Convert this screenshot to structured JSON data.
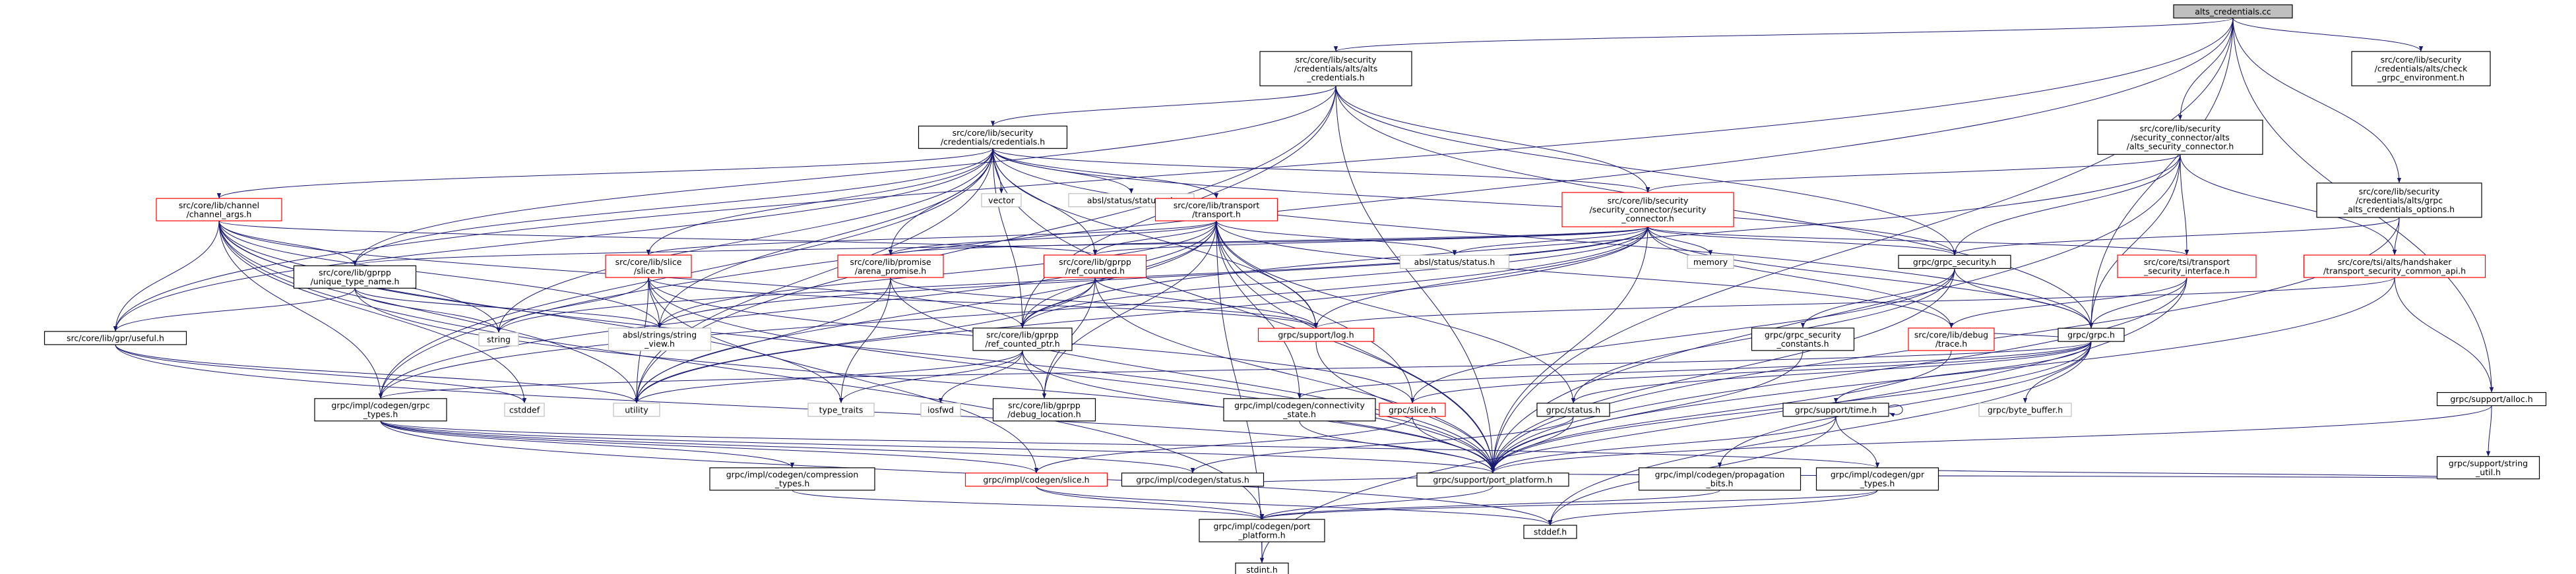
{
  "colors": {
    "edge": "#191970",
    "root_fill": "#bfbfbf",
    "box_border": "#000000",
    "truncated_border": "#ff0000",
    "external_border": "#bfbfbf",
    "external_text": "#808080"
  },
  "nodes": [
    {
      "id": "root",
      "lines": [
        "alts_credentials.cc"
      ],
      "style": "root"
    },
    {
      "id": "alts_credentials_h",
      "lines": [
        "src/core/lib/security",
        "/credentials/alts/alts",
        "_credentials.h"
      ],
      "style": "normal"
    },
    {
      "id": "check_grpc_env",
      "lines": [
        "src/core/lib/security",
        "/credentials/alts/check",
        "_grpc_environment.h"
      ],
      "style": "normal"
    },
    {
      "id": "credentials_h",
      "lines": [
        "src/core/lib/security",
        "/credentials/credentials.h"
      ],
      "style": "normal"
    },
    {
      "id": "alts_security_connector_h",
      "lines": [
        "src/core/lib/security",
        "/security_connector/alts",
        "/alts_security_connector.h"
      ],
      "style": "normal"
    },
    {
      "id": "channel_args_h",
      "lines": [
        "src/core/lib/channel",
        "/channel_args.h"
      ],
      "style": "truncated"
    },
    {
      "id": "vector",
      "lines": [
        "vector"
      ],
      "style": "external"
    },
    {
      "id": "absl_statusor",
      "lines": [
        "absl/status/statusor.h"
      ],
      "style": "external"
    },
    {
      "id": "transport_h",
      "lines": [
        "src/core/lib/transport",
        "/transport.h"
      ],
      "style": "truncated"
    },
    {
      "id": "security_connector_h",
      "lines": [
        "src/core/lib/security",
        "/security_connector/security",
        "_connector.h"
      ],
      "style": "truncated"
    },
    {
      "id": "grpc_alts_credentials_options_h",
      "lines": [
        "src/core/lib/security",
        "/credentials/alts/grpc",
        "_alts_credentials_options.h"
      ],
      "style": "normal"
    },
    {
      "id": "unique_type_name_h",
      "lines": [
        "src/core/lib/gprpp",
        "/unique_type_name.h"
      ],
      "style": "normal"
    },
    {
      "id": "slice_h_lib",
      "lines": [
        "src/core/lib/slice",
        "/slice.h"
      ],
      "style": "truncated"
    },
    {
      "id": "arena_promise_h",
      "lines": [
        "src/core/lib/promise",
        "/arena_promise.h"
      ],
      "style": "truncated"
    },
    {
      "id": "ref_counted_h",
      "lines": [
        "src/core/lib/gprpp",
        "/ref_counted.h"
      ],
      "style": "truncated"
    },
    {
      "id": "absl_status",
      "lines": [
        "absl/status/status.h"
      ],
      "style": "external"
    },
    {
      "id": "memory",
      "lines": [
        "memory"
      ],
      "style": "external"
    },
    {
      "id": "grpc_security_h",
      "lines": [
        "grpc/grpc_security.h"
      ],
      "style": "normal"
    },
    {
      "id": "tsi_transport_security_interface_h",
      "lines": [
        "src/core/tsi/transport",
        "_security_interface.h"
      ],
      "style": "truncated"
    },
    {
      "id": "transport_security_common_api_h",
      "lines": [
        "src/core/tsi/alts/handshaker",
        "/transport_security_common_api.h"
      ],
      "style": "truncated"
    },
    {
      "id": "useful_h",
      "lines": [
        "src/core/lib/gpr/useful.h"
      ],
      "style": "normal"
    },
    {
      "id": "string",
      "lines": [
        "string"
      ],
      "style": "external"
    },
    {
      "id": "string_view",
      "lines": [
        "absl/strings/string",
        "_view.h"
      ],
      "style": "external"
    },
    {
      "id": "ref_counted_ptr_h",
      "lines": [
        "src/core/lib/gprpp",
        "/ref_counted_ptr.h"
      ],
      "style": "normal"
    },
    {
      "id": "log_h",
      "lines": [
        "grpc/support/log.h"
      ],
      "style": "truncated"
    },
    {
      "id": "grpc_security_constants_h",
      "lines": [
        "grpc/grpc_security",
        "_constants.h"
      ],
      "style": "normal"
    },
    {
      "id": "debug_trace_h",
      "lines": [
        "src/core/lib/debug",
        "/trace.h"
      ],
      "style": "truncated"
    },
    {
      "id": "grpc_h",
      "lines": [
        "grpc/grpc.h"
      ],
      "style": "normal"
    },
    {
      "id": "alloc_h",
      "lines": [
        "grpc/support/alloc.h"
      ],
      "style": "normal"
    },
    {
      "id": "grpc_types_h",
      "lines": [
        "grpc/impl/codegen/grpc",
        "_types.h"
      ],
      "style": "normal"
    },
    {
      "id": "cstddef",
      "lines": [
        "cstddef"
      ],
      "style": "external"
    },
    {
      "id": "utility",
      "lines": [
        "utility"
      ],
      "style": "external"
    },
    {
      "id": "type_traits",
      "lines": [
        "type_traits"
      ],
      "style": "external"
    },
    {
      "id": "iosfwd",
      "lines": [
        "iosfwd"
      ],
      "style": "external"
    },
    {
      "id": "debug_location_h",
      "lines": [
        "src/core/lib/gprpp",
        "/debug_location.h"
      ],
      "style": "normal"
    },
    {
      "id": "connectivity_state_h",
      "lines": [
        "grpc/impl/codegen/connectivity",
        "_state.h"
      ],
      "style": "normal"
    },
    {
      "id": "slice_h_grpc",
      "lines": [
        "grpc/slice.h"
      ],
      "style": "truncated"
    },
    {
      "id": "status_h",
      "lines": [
        "grpc/status.h"
      ],
      "style": "normal"
    },
    {
      "id": "time_h",
      "lines": [
        "grpc/support/time.h"
      ],
      "style": "normal"
    },
    {
      "id": "byte_buffer_h",
      "lines": [
        "grpc/byte_buffer.h"
      ],
      "style": "external"
    },
    {
      "id": "string_util_h",
      "lines": [
        "grpc/support/string",
        "_util.h"
      ],
      "style": "normal"
    },
    {
      "id": "compression_types_h",
      "lines": [
        "grpc/impl/codegen/compression",
        "_types.h"
      ],
      "style": "normal"
    },
    {
      "id": "codegen_slice_h",
      "lines": [
        "grpc/impl/codegen/slice.h"
      ],
      "style": "truncated"
    },
    {
      "id": "codegen_status_h",
      "lines": [
        "grpc/impl/codegen/status.h"
      ],
      "style": "normal"
    },
    {
      "id": "port_platform_h",
      "lines": [
        "grpc/support/port_platform.h"
      ],
      "style": "normal"
    },
    {
      "id": "propagation_bits_h",
      "lines": [
        "grpc/impl/codegen/propagation",
        "_bits.h"
      ],
      "style": "normal"
    },
    {
      "id": "gpr_types_h",
      "lines": [
        "grpc/impl/codegen/gpr",
        "_types.h"
      ],
      "style": "normal"
    },
    {
      "id": "codegen_port_platform_h",
      "lines": [
        "grpc/impl/codegen/port",
        "_platform.h"
      ],
      "style": "normal"
    },
    {
      "id": "stddef_h",
      "lines": [
        "stddef.h"
      ],
      "style": "normal"
    },
    {
      "id": "stdint_h",
      "lines": [
        "stdint.h"
      ],
      "style": "normal"
    }
  ],
  "edges": [
    [
      "root",
      "alts_credentials_h"
    ],
    [
      "root",
      "check_grpc_env"
    ],
    [
      "root",
      "alts_security_connector_h"
    ],
    [
      "root",
      "grpc_alts_credentials_options_h"
    ],
    [
      "root",
      "grpc_h"
    ],
    [
      "root",
      "alloc_h"
    ],
    [
      "root",
      "port_platform_h"
    ],
    [
      "root",
      "grpc_types_h"
    ],
    [
      "root",
      "useful_h"
    ],
    [
      "alts_credentials_h",
      "credentials_h"
    ],
    [
      "alts_credentials_h",
      "security_connector_h"
    ],
    [
      "alts_credentials_h",
      "grpc_security_h"
    ],
    [
      "alts_credentials_h",
      "ref_counted_ptr_h"
    ],
    [
      "alts_credentials_h",
      "unique_type_name_h"
    ],
    [
      "alts_credentials_h",
      "grpc_h"
    ],
    [
      "alts_credentials_h",
      "port_platform_h"
    ],
    [
      "alts_credentials_h",
      "utility"
    ],
    [
      "credentials_h",
      "channel_args_h"
    ],
    [
      "credentials_h",
      "vector"
    ],
    [
      "credentials_h",
      "absl_statusor"
    ],
    [
      "credentials_h",
      "transport_h"
    ],
    [
      "credentials_h",
      "security_connector_h"
    ],
    [
      "credentials_h",
      "unique_type_name_h"
    ],
    [
      "credentials_h",
      "slice_h_lib"
    ],
    [
      "credentials_h",
      "arena_promise_h"
    ],
    [
      "credentials_h",
      "ref_counted_h"
    ],
    [
      "credentials_h",
      "grpc_security_h"
    ],
    [
      "credentials_h",
      "ref_counted_ptr_h"
    ],
    [
      "credentials_h",
      "string"
    ],
    [
      "credentials_h",
      "string_view"
    ],
    [
      "credentials_h",
      "log_h"
    ],
    [
      "credentials_h",
      "port_platform_h"
    ],
    [
      "credentials_h",
      "grpc_types_h"
    ],
    [
      "credentials_h",
      "useful_h"
    ],
    [
      "credentials_h",
      "utility"
    ],
    [
      "credentials_h",
      "grpc_h"
    ],
    [
      "alts_security_connector_h",
      "security_connector_h"
    ],
    [
      "alts_security_connector_h",
      "grpc_security_h"
    ],
    [
      "alts_security_connector_h",
      "tsi_transport_security_interface_h"
    ],
    [
      "alts_security_connector_h",
      "transport_security_common_api_h"
    ],
    [
      "alts_security_connector_h",
      "grpc_h"
    ],
    [
      "alts_security_connector_h",
      "port_platform_h"
    ],
    [
      "alts_security_connector_h",
      "ref_counted_ptr_h"
    ],
    [
      "channel_args_h",
      "unique_type_name_h"
    ],
    [
      "channel_args_h",
      "ref_counted_h"
    ],
    [
      "channel_args_h",
      "ref_counted_ptr_h"
    ],
    [
      "channel_args_h",
      "string"
    ],
    [
      "channel_args_h",
      "string_view"
    ],
    [
      "channel_args_h",
      "useful_h"
    ],
    [
      "channel_args_h",
      "grpc_types_h"
    ],
    [
      "channel_args_h",
      "cstddef"
    ],
    [
      "channel_args_h",
      "utility"
    ],
    [
      "channel_args_h",
      "port_platform_h"
    ],
    [
      "channel_args_h",
      "type_traits"
    ],
    [
      "channel_args_h",
      "codegen_port_platform_h"
    ],
    [
      "transport_h",
      "slice_h_lib"
    ],
    [
      "transport_h",
      "arena_promise_h"
    ],
    [
      "transport_h",
      "ref_counted_h"
    ],
    [
      "transport_h",
      "ref_counted_ptr_h"
    ],
    [
      "transport_h",
      "absl_status"
    ],
    [
      "transport_h",
      "string_view"
    ],
    [
      "transport_h",
      "log_h"
    ],
    [
      "transport_h",
      "debug_location_h"
    ],
    [
      "transport_h",
      "connectivity_state_h"
    ],
    [
      "transport_h",
      "slice_h_grpc"
    ],
    [
      "transport_h",
      "status_h"
    ],
    [
      "transport_h",
      "port_platform_h"
    ],
    [
      "transport_h",
      "stdint_h"
    ],
    [
      "transport_h",
      "utility"
    ],
    [
      "transport_h",
      "debug_trace_h"
    ],
    [
      "transport_h",
      "grpc_types_h"
    ],
    [
      "security_connector_h",
      "memory"
    ],
    [
      "security_connector_h",
      "absl_status"
    ],
    [
      "security_connector_h",
      "grpc_security_h"
    ],
    [
      "security_connector_h",
      "tsi_transport_security_interface_h"
    ],
    [
      "security_connector_h",
      "arena_promise_h"
    ],
    [
      "security_connector_h",
      "ref_counted_h"
    ],
    [
      "security_connector_h",
      "ref_counted_ptr_h"
    ],
    [
      "security_connector_h",
      "debug_trace_h"
    ],
    [
      "security_connector_h",
      "string_view"
    ],
    [
      "security_connector_h",
      "string"
    ],
    [
      "security_connector_h",
      "port_platform_h"
    ],
    [
      "security_connector_h",
      "utility"
    ],
    [
      "security_connector_h",
      "grpc_h"
    ],
    [
      "security_connector_h",
      "unique_type_name_h"
    ],
    [
      "security_connector_h",
      "log_h"
    ],
    [
      "security_connector_h",
      "grpc_types_h"
    ],
    [
      "grpc_alts_credentials_options_h",
      "grpc_security_h"
    ],
    [
      "grpc_alts_credentials_options_h",
      "transport_security_common_api_h"
    ],
    [
      "grpc_alts_credentials_options_h",
      "port_platform_h"
    ],
    [
      "unique_type_name_h",
      "string"
    ],
    [
      "unique_type_name_h",
      "string_view"
    ],
    [
      "unique_type_name_h",
      "useful_h"
    ],
    [
      "unique_type_name_h",
      "port_platform_h"
    ],
    [
      "slice_h_lib",
      "string"
    ],
    [
      "slice_h_lib",
      "string_view"
    ],
    [
      "slice_h_lib",
      "utility"
    ],
    [
      "slice_h_lib",
      "slice_h_grpc"
    ],
    [
      "slice_h_lib",
      "port_platform_h"
    ],
    [
      "slice_h_lib",
      "log_h"
    ],
    [
      "slice_h_lib",
      "codegen_slice_h"
    ],
    [
      "arena_promise_h",
      "type_traits"
    ],
    [
      "arena_promise_h",
      "utility"
    ],
    [
      "arena_promise_h",
      "port_platform_h"
    ],
    [
      "arena_promise_h",
      "log_h"
    ],
    [
      "ref_counted_h",
      "log_h"
    ],
    [
      "ref_counted_h",
      "ref_counted_ptr_h"
    ],
    [
      "ref_counted_h",
      "debug_location_h"
    ],
    [
      "ref_counted_h",
      "port_platform_h"
    ],
    [
      "ref_counted_h",
      "utility"
    ],
    [
      "grpc_security_h",
      "grpc_h"
    ],
    [
      "grpc_security_h",
      "grpc_security_constants_h"
    ],
    [
      "grpc_security_h",
      "status_h"
    ],
    [
      "grpc_security_h",
      "port_platform_h"
    ],
    [
      "grpc_security_h",
      "slice_h_grpc"
    ],
    [
      "tsi_transport_security_interface_h",
      "debug_trace_h"
    ],
    [
      "tsi_transport_security_interface_h",
      "port_platform_h"
    ],
    [
      "tsi_transport_security_interface_h",
      "stdint_h"
    ],
    [
      "tsi_transport_security_interface_h",
      "grpc_h"
    ],
    [
      "transport_security_common_api_h",
      "port_platform_h"
    ],
    [
      "transport_security_common_api_h",
      "alloc_h"
    ],
    [
      "transport_security_common_api_h",
      "log_h"
    ],
    [
      "useful_h",
      "cstddef"
    ],
    [
      "useful_h",
      "utility"
    ],
    [
      "useful_h",
      "port_platform_h"
    ],
    [
      "ref_counted_ptr_h",
      "iosfwd"
    ],
    [
      "ref_counted_ptr_h",
      "type_traits"
    ],
    [
      "ref_counted_ptr_h",
      "utility"
    ],
    [
      "ref_counted_ptr_h",
      "debug_location_h"
    ],
    [
      "ref_counted_ptr_h",
      "port_platform_h"
    ],
    [
      "log_h",
      "port_platform_h"
    ],
    [
      "debug_trace_h",
      "grpc_h"
    ],
    [
      "debug_trace_h",
      "port_platform_h"
    ],
    [
      "grpc_h",
      "grpc_types_h"
    ],
    [
      "grpc_h",
      "byte_buffer_h"
    ],
    [
      "grpc_h",
      "connectivity_state_h"
    ],
    [
      "grpc_h",
      "propagation_bits_h"
    ],
    [
      "grpc_h",
      "slice_h_grpc"
    ],
    [
      "grpc_h",
      "status_h"
    ],
    [
      "grpc_h",
      "time_h"
    ],
    [
      "grpc_h",
      "port_platform_h"
    ],
    [
      "grpc_h",
      "stddef_h"
    ],
    [
      "alloc_h",
      "port_platform_h"
    ],
    [
      "alloc_h",
      "string_util_h"
    ],
    [
      "string_util_h",
      "port_platform_h"
    ],
    [
      "string_util_h",
      "gpr_types_h"
    ],
    [
      "grpc_types_h",
      "compression_types_h"
    ],
    [
      "grpc_types_h",
      "codegen_slice_h"
    ],
    [
      "grpc_types_h",
      "codegen_status_h"
    ],
    [
      "grpc_types_h",
      "port_platform_h"
    ],
    [
      "grpc_types_h",
      "stddef_h"
    ],
    [
      "grpc_types_h",
      "gpr_types_h"
    ],
    [
      "slice_h_grpc",
      "codegen_slice_h"
    ],
    [
      "slice_h_grpc",
      "port_platform_h"
    ],
    [
      "status_h",
      "codegen_status_h"
    ],
    [
      "status_h",
      "port_platform_h"
    ],
    [
      "time_h",
      "port_platform_h"
    ],
    [
      "time_h",
      "gpr_types_h"
    ],
    [
      "time_h",
      "stddef_h"
    ],
    [
      "time_h",
      "time_h"
    ],
    [
      "compression_types_h",
      "codegen_port_platform_h"
    ],
    [
      "codegen_slice_h",
      "codegen_port_platform_h"
    ],
    [
      "codegen_slice_h",
      "stddef_h"
    ],
    [
      "port_platform_h",
      "codegen_port_platform_h"
    ],
    [
      "propagation_bits_h",
      "codegen_port_platform_h"
    ],
    [
      "gpr_types_h",
      "codegen_port_platform_h"
    ],
    [
      "gpr_types_h",
      "stddef_h"
    ],
    [
      "codegen_port_platform_h",
      "stdint_h"
    ],
    [
      "connectivity_state_h",
      "port_platform_h"
    ],
    [
      "codegen_status_h",
      "port_platform_h"
    ],
    [
      "grpc_security_constants_h",
      "port_platform_h"
    ]
  ]
}
